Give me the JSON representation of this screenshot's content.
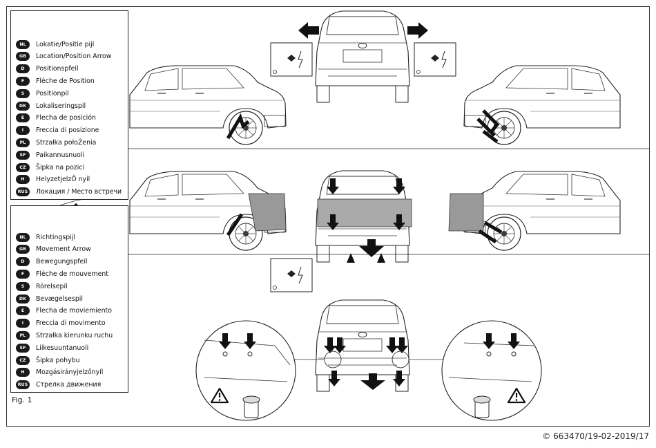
{
  "figure_label": "Fig. 1",
  "copyright": "© 663470/19-02-2019/17",
  "legend_position": {
    "items": [
      {
        "code": "NL",
        "text": "Lokatie/Positie pijl"
      },
      {
        "code": "GB",
        "text": "Location/Position Arrow"
      },
      {
        "code": "D",
        "text": "Positionspfeil"
      },
      {
        "code": "F",
        "text": "Flèche de Position"
      },
      {
        "code": "S",
        "text": "Positionpil"
      },
      {
        "code": "DK",
        "text": "Lokaliseringspil"
      },
      {
        "code": "E",
        "text": "Flecha de posición"
      },
      {
        "code": "I",
        "text": "Freccia di posizione"
      },
      {
        "code": "PL",
        "text": "Strzałka połoŻenia"
      },
      {
        "code": "SF",
        "text": "Paikannusnuoli"
      },
      {
        "code": "CZ",
        "text": "Šipka na pozici"
      },
      {
        "code": "H",
        "text": "HelyzetjelzŐ nyil"
      },
      {
        "code": "RUS",
        "text": "Локация / Место встречи"
      }
    ]
  },
  "legend_movement": {
    "items": [
      {
        "code": "NL",
        "text": "Richtingspijl"
      },
      {
        "code": "GB",
        "text": "Movement Arrow"
      },
      {
        "code": "D",
        "text": "Bewegungspfeil"
      },
      {
        "code": "F",
        "text": "Flèche de mouvement"
      },
      {
        "code": "S",
        "text": "Rörelsepil"
      },
      {
        "code": "DK",
        "text": "Bevægelsespil"
      },
      {
        "code": "E",
        "text": "Flecha de moviemiento"
      },
      {
        "code": "I",
        "text": "Freccia di movimento"
      },
      {
        "code": "PL",
        "text": "Strzałka kierunku ruchu"
      },
      {
        "code": "SF",
        "text": "Liikesuuntanuoli"
      },
      {
        "code": "CZ",
        "text": "Šipka pohybu"
      },
      {
        "code": "H",
        "text": "Mozgásirányjelzőnyíl"
      },
      {
        "code": "RUS",
        "text": "Стрелка движения"
      }
    ]
  }
}
